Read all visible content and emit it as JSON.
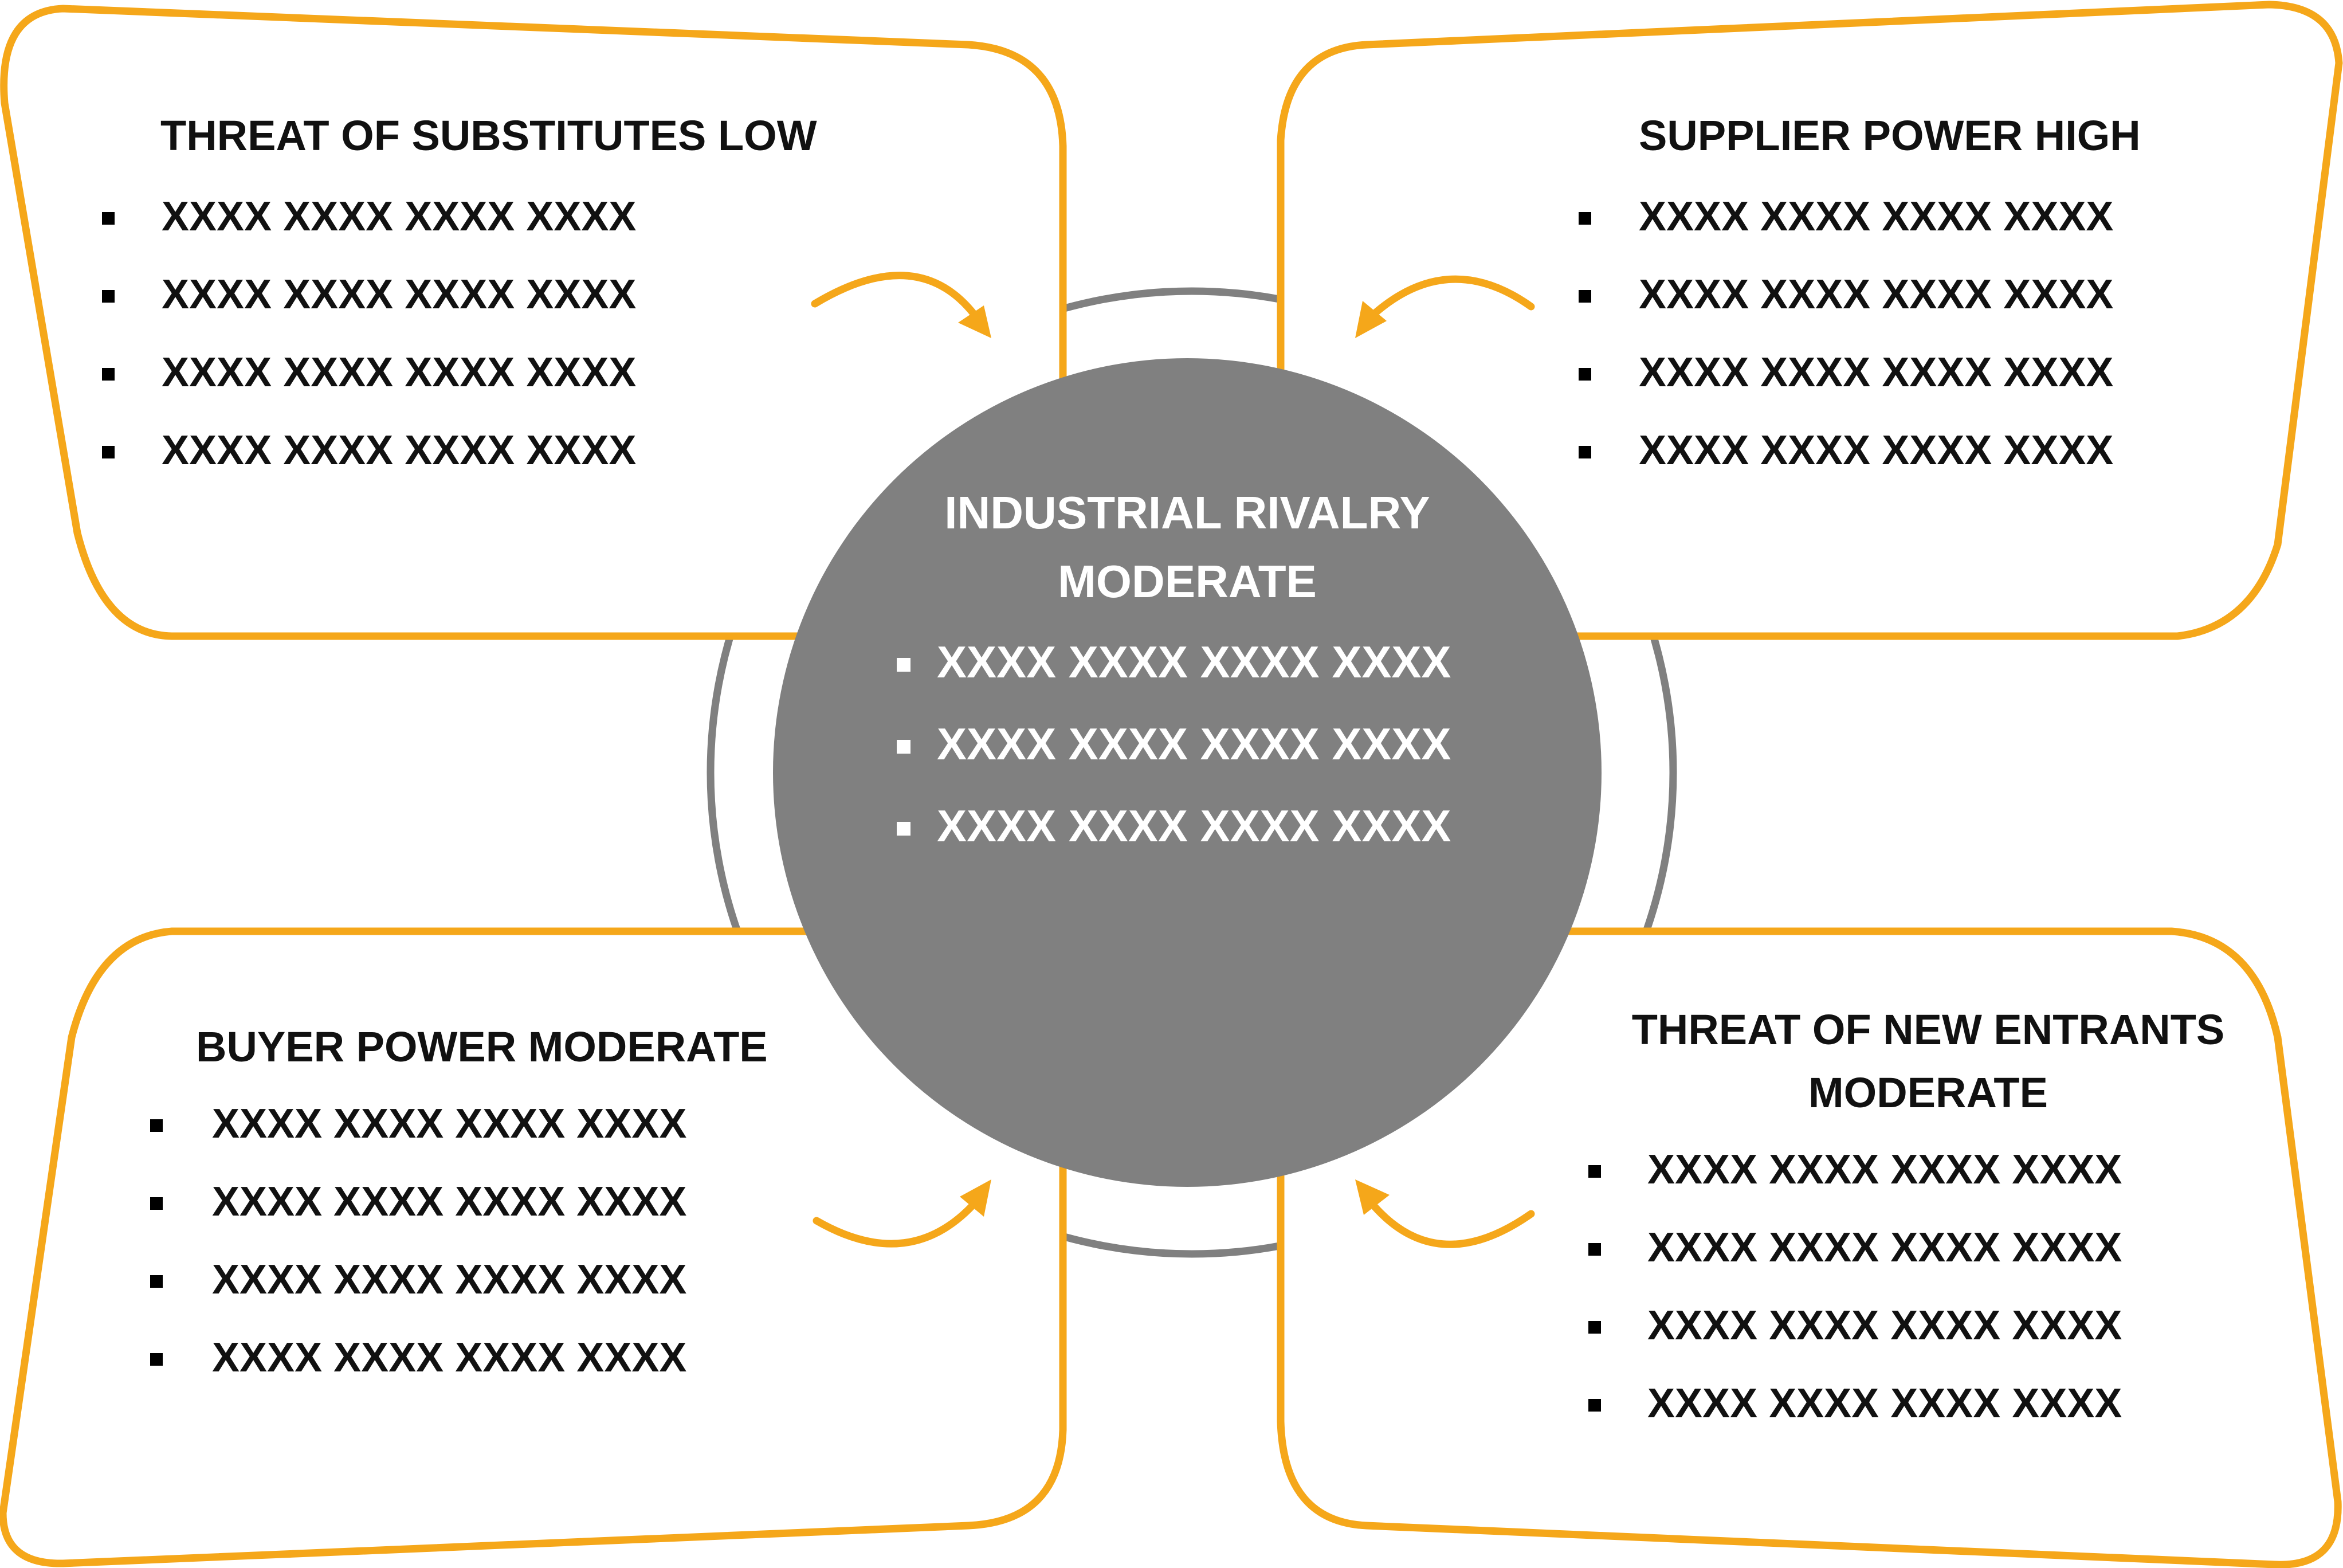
{
  "colors": {
    "box_border": "#F5A71A",
    "arrow": "#F5A71A",
    "center_fill": "#808080",
    "ring": "#808080",
    "box_text": "#111111",
    "center_text": "#FFFFFF"
  },
  "boxes": {
    "substitutes": {
      "title_lines": [
        "THREAT OF SUBSTITUTES LOW"
      ],
      "items": [
        "XXXX XXXX XXXX XXXX",
        "XXXX XXXX XXXX XXXX",
        "XXXX XXXX XXXX XXXX",
        "XXXX XXXX XXXX XXXX"
      ]
    },
    "supplier": {
      "title_lines": [
        "SUPPLIER POWER HIGH"
      ],
      "items": [
        "XXXX XXXX XXXX XXXX",
        "XXXX XXXX XXXX XXXX",
        "XXXX XXXX XXXX XXXX",
        "XXXX XXXX XXXX XXXX"
      ]
    },
    "buyer": {
      "title_lines": [
        "BUYER POWER MODERATE"
      ],
      "items": [
        "XXXX XXXX XXXX XXXX",
        "XXXX XXXX XXXX XXXX",
        "XXXX XXXX XXXX XXXX",
        "XXXX XXXX XXXX XXXX"
      ]
    },
    "new_entrants": {
      "title_lines": [
        "THREAT OF NEW ENTRANTS",
        "MODERATE"
      ],
      "items": [
        "XXXX XXXX XXXX XXXX",
        "XXXX XXXX XXXX XXXX",
        "XXXX XXXX XXXX XXXX",
        "XXXX XXXX XXXX XXXX"
      ]
    }
  },
  "center": {
    "title_lines": [
      "INDUSTRIAL RIVALRY",
      "MODERATE"
    ],
    "items": [
      "XXXX XXXX XXXX XXXX",
      "XXXX XXXX XXXX XXXX",
      "XXXX XXXX XXXX XXXX"
    ]
  }
}
